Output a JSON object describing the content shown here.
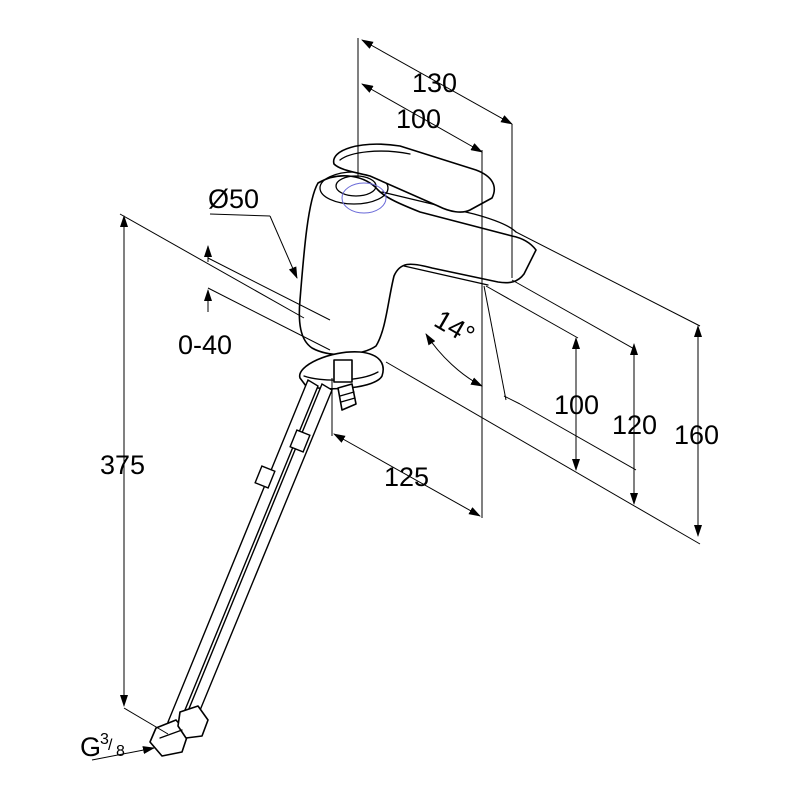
{
  "dimensions": {
    "width_top": "130",
    "spout_reach_top": "100",
    "diameter": "Ø50",
    "clamping_range": "0-40",
    "total_height": "375",
    "spout_projection": "125",
    "angle": "14°",
    "spout_height": "100",
    "lever_height": "120",
    "overall_height": "160",
    "thread_main": "G",
    "thread_frac_num": "3",
    "thread_frac_den": "8"
  },
  "colors": {
    "line": "#000000",
    "accent_circle": "#6a6ad8",
    "background": "#ffffff"
  }
}
